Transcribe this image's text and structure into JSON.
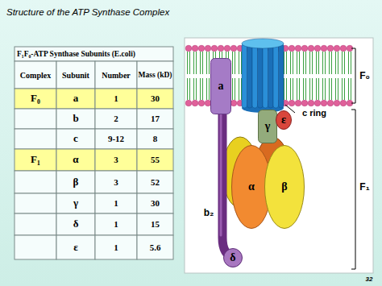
{
  "diagram": {
    "title": "Structure of the ATP Synthase Complex",
    "nodes": [
      {
        "text": [
          "a"
        ]
      },
      {
        "text": [
          "γ"
        ]
      },
      {
        "text": [
          "ε"
        ]
      },
      {
        "text": [
          "α"
        ]
      },
      {
        "text": [
          "β"
        ]
      },
      {
        "text": [
          "δ"
        ]
      }
    ],
    "labels": [
      "F₁F₀-ATP Synthase Subunits (E.coli)",
      "Complex",
      "Subunit",
      "Number",
      "Mass (kD)",
      "F₀",
      "a",
      "1",
      "30",
      "b",
      "2",
      "17",
      "c",
      "9-12",
      "8",
      "F₁",
      "α",
      "3",
      "55",
      "β",
      "3",
      "52",
      "γ",
      "1",
      "30",
      "δ",
      "1",
      "15",
      "ε",
      "1",
      "5.6",
      "c ring",
      "b₂",
      "F₀",
      "F₁",
      "32"
    ]
  }
}
